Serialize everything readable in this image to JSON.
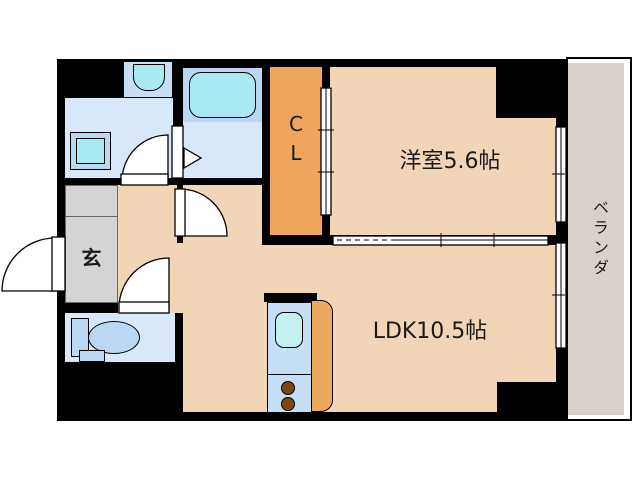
{
  "floorplan": {
    "type": "apartment-floor-plan",
    "rooms": {
      "western_room": {
        "label": "洋室5.6帖"
      },
      "ldk": {
        "label": "LDK10.5帖"
      },
      "closet": {
        "label_c": "C",
        "label_l": "L"
      },
      "entrance": {
        "label": "玄"
      },
      "veranda": {
        "label": "ベランダ"
      }
    },
    "fixtures": [
      "bathtub",
      "vanity-basin",
      "washing-machine-pan",
      "toilet",
      "kitchen-sink",
      "stove-burners",
      "kitchen-counter"
    ],
    "colors": {
      "wall": "#000000",
      "room_peach": "#F1D5B7",
      "closet_orange": "#F0A55F",
      "counter_orange": "#ECA85C",
      "wet_room_blue": "#D9E8F9",
      "fixture_blue": "#BBD8F3",
      "water_cyan": "#A9E9F1",
      "kitchen_blue": "#C5DFF4",
      "entrance_gray": "#D4D4D4",
      "veranda_gray": "#D7D1CA",
      "burner_brown": "#7E4812"
    }
  }
}
